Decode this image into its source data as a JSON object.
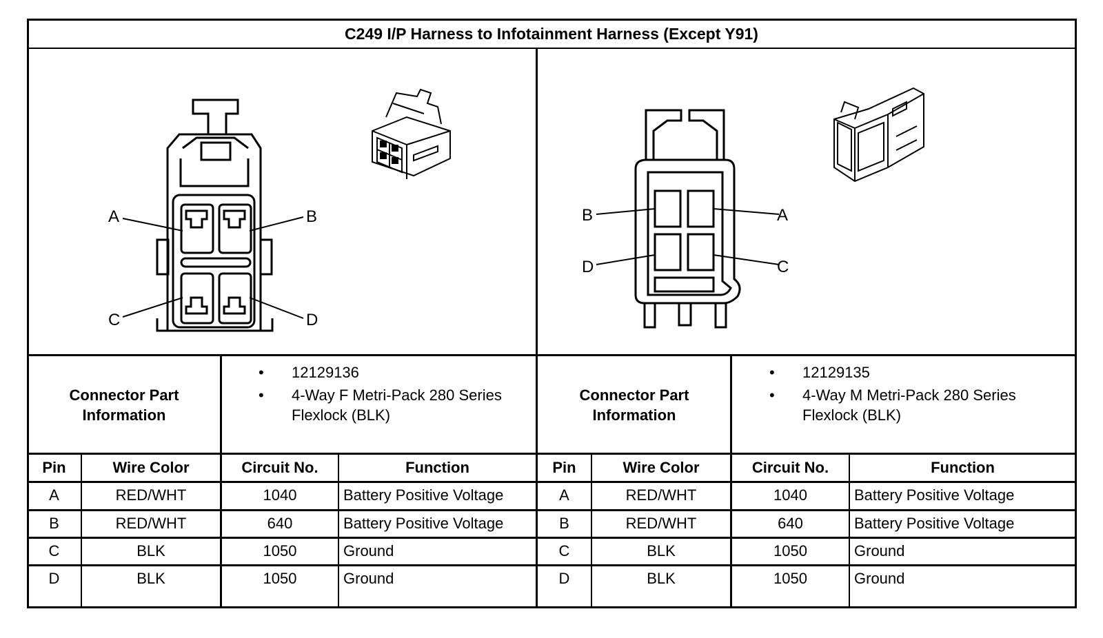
{
  "title": "C249 I/P Harness to Infotainment Harness (Except Y91)",
  "connectors": [
    {
      "part_info_label": "Connector Part Information",
      "part_info": [
        "12129136",
        "4-Way F Metri-Pack 280 Series Flexlock (BLK)"
      ],
      "pin_labels": [
        "A",
        "B",
        "C",
        "D"
      ]
    },
    {
      "part_info_label": "Connector Part Information",
      "part_info": [
        "12129135",
        "4-Way M Metri-Pack 280 Series Flexlock (BLK)"
      ],
      "pin_labels": [
        "B",
        "A",
        "D",
        "C"
      ]
    }
  ],
  "table": {
    "headers": [
      "Pin",
      "Wire Color",
      "Circuit No.",
      "Function"
    ],
    "rows": [
      [
        "A",
        "RED/WHT",
        "1040",
        "Battery Positive Voltage"
      ],
      [
        "B",
        "RED/WHT",
        "640",
        "Battery Positive Voltage"
      ],
      [
        "C",
        "BLK",
        "1050",
        "Ground"
      ],
      [
        "D",
        "BLK",
        "1050",
        "Ground"
      ]
    ]
  }
}
